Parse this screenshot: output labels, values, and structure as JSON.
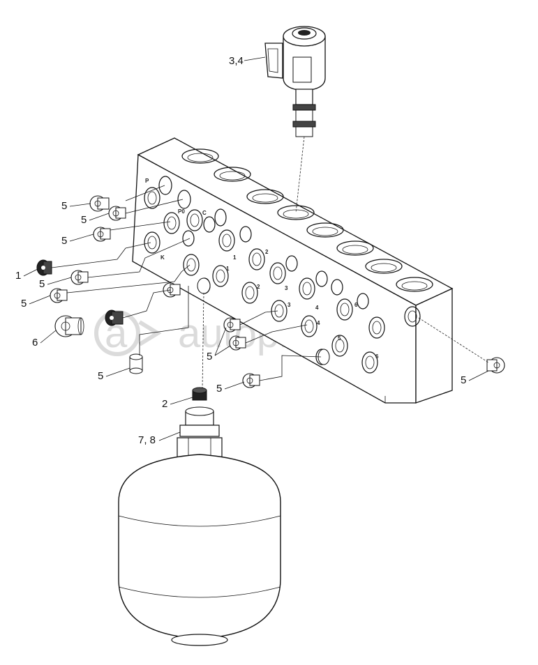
{
  "diagram": {
    "callouts": [
      {
        "id": "c1",
        "text": "3,4"
      },
      {
        "id": "c2",
        "text": "5"
      },
      {
        "id": "c3",
        "text": "5"
      },
      {
        "id": "c4",
        "text": "5"
      },
      {
        "id": "c5",
        "text": "1"
      },
      {
        "id": "c6",
        "text": "5"
      },
      {
        "id": "c7",
        "text": "5"
      },
      {
        "id": "c8",
        "text": "6"
      },
      {
        "id": "c9",
        "text": "5"
      },
      {
        "id": "c10",
        "text": "5"
      },
      {
        "id": "c11",
        "text": "5"
      },
      {
        "id": "c12",
        "text": "2"
      },
      {
        "id": "c13",
        "text": "7, 8"
      },
      {
        "id": "c14",
        "text": "5"
      }
    ],
    "port_labels": [
      "P",
      "P0",
      "C",
      "K",
      "1",
      "1",
      "2",
      "2",
      "3",
      "3",
      "4",
      "4",
      "5",
      "6",
      "6"
    ],
    "watermark": "autopiter.ru"
  }
}
